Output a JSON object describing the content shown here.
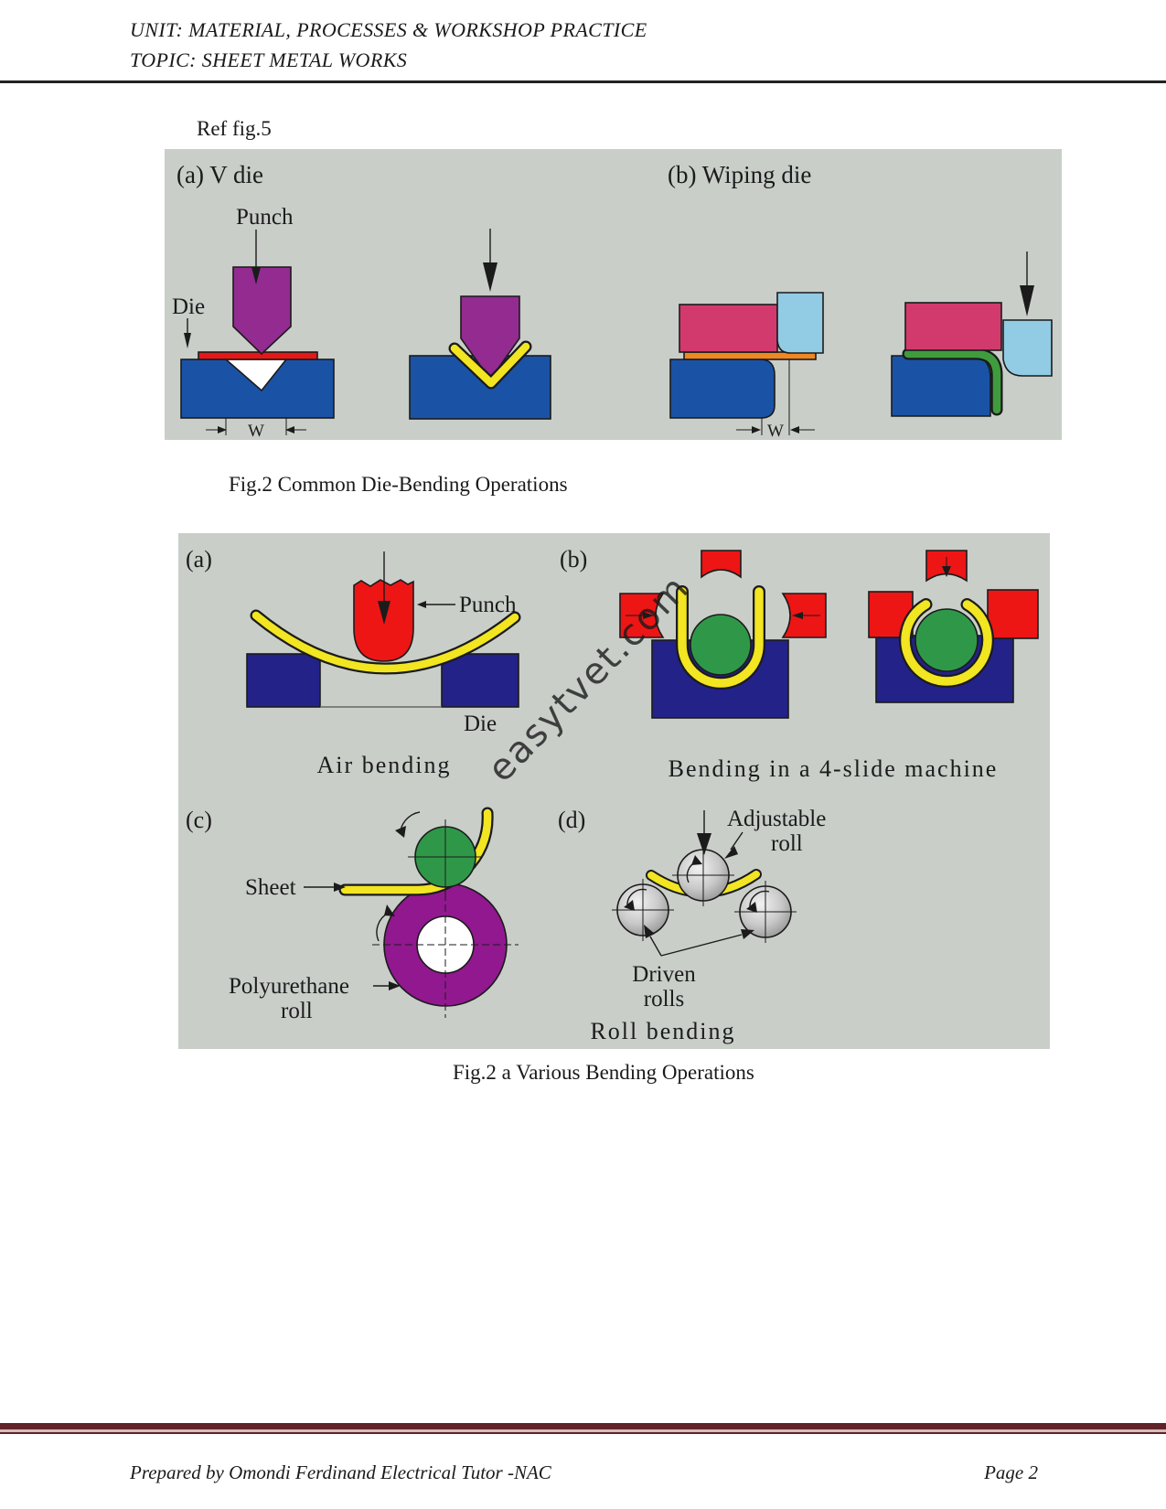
{
  "header": {
    "line1": "UNIT: MATERIAL, PROCESSES & WORKSHOP PRACTICE",
    "line2": "TOPIC: SHEET METAL WORKS"
  },
  "ref_note": "Ref fig.5",
  "caption1": "Fig.2 Common Die-Bending Operations",
  "caption2": "Fig.2 a  Various Bending Operations",
  "figure1": {
    "panel_a_label": "(a) V die",
    "panel_b_label": "(b) Wiping die",
    "punch_label": "Punch",
    "die_label": "Die",
    "w_dim_a": "W",
    "w_dim_b": "W"
  },
  "figure2": {
    "panel_a_label": "(a)",
    "panel_b_label": "(b)",
    "panel_c_label": "(c)",
    "panel_d_label": "(d)",
    "punch_label": "Punch",
    "die_label": "Die",
    "caption_a": "Air bending",
    "caption_b": "Bending in a 4-slide machine",
    "caption_d": "Roll bending",
    "sheet_label": "Sheet",
    "poly_label_line1": "Polyurethane",
    "poly_label_line2": "roll",
    "adjustable_label_line1": "Adjustable",
    "adjustable_label_line2": "roll",
    "driven_label_line1": "Driven",
    "driven_label_line2": "rolls",
    "watermark": "easytvet.com"
  },
  "footer": {
    "prepared_by": "Prepared by Omondi Ferdinand Electrical Tutor -NAC",
    "page": "Page 2"
  },
  "colors": {
    "figure_bg": "#c9cec9",
    "die_blue": "#1a53a5",
    "navy": "#232288",
    "punch_purple": "#932b91",
    "sheet_red": "#e61717",
    "slide_red": "#ee1515",
    "clamp_pink": "#d23a6e",
    "light_blue": "#92cbe4",
    "orange": "#ef8722",
    "sheet_yellow": "#f2e521",
    "green_roll": "#2f9848",
    "wiped_green": "#3f9c3e",
    "poly_purple": "#91188f",
    "watermark_pink": "#f080d0",
    "footer_rule": "#5e2429"
  }
}
